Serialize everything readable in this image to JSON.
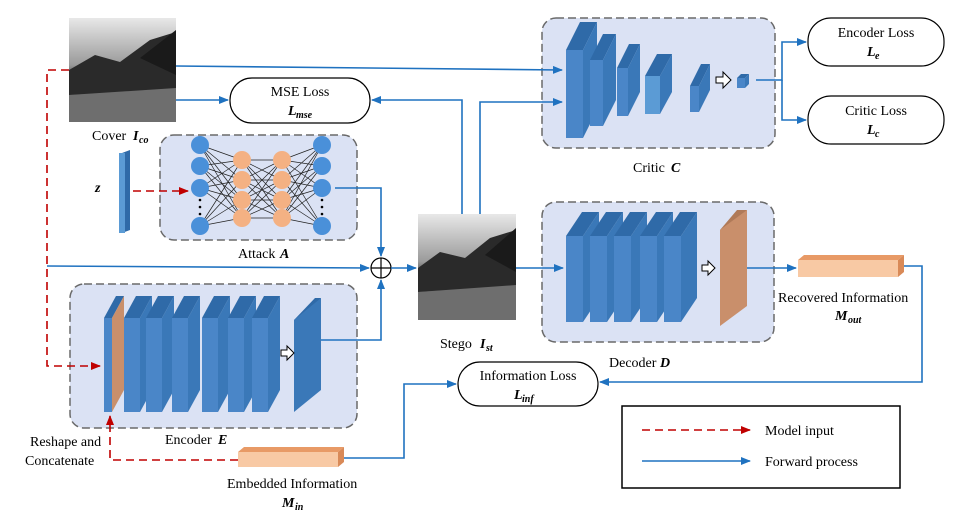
{
  "labels": {
    "cover": "Cover",
    "cover_sym": "I",
    "cover_sub": "co",
    "mse_loss": "MSE Loss",
    "mse_sym": "L",
    "mse_sub": "mse",
    "z": "z",
    "attack": "Attack",
    "attack_sym": "A",
    "stego": "Stego",
    "stego_sym": "I",
    "stego_sub": "st",
    "critic": "Critic",
    "critic_sym": "C",
    "encoder_loss": "Encoder Loss",
    "enc_loss_sym": "L",
    "enc_loss_sub": "e",
    "critic_loss": "Critic Loss",
    "critic_loss_sym": "L",
    "critic_loss_sub": "c",
    "decoder": "Decoder",
    "decoder_sym": "D",
    "recovered_line1": "Recovered Information",
    "recovered_sym": "M",
    "recovered_sub": "out",
    "info_loss": "Information Loss",
    "info_loss_sym": "L",
    "info_loss_sub": "inf",
    "encoder": "Encoder",
    "encoder_sym": "E",
    "reshape_line1": "Reshape and",
    "reshape_line2": "Concatenate",
    "embedded_line1": "Embedded Information",
    "embedded_sym": "M",
    "embedded_sub": "in"
  },
  "legend": {
    "model_input": "Model input",
    "forward": "Forward process"
  },
  "colors": {
    "blue_line": "#1f72c0",
    "red_dash": "#c00000",
    "module_bg": "#dbe2f4",
    "module_border": "#6a6a6a",
    "layer_blue": "#4a86c8",
    "layer_dark": "#3a6ea8",
    "orange": "#f5b08a",
    "brown": "#c98f6b"
  }
}
